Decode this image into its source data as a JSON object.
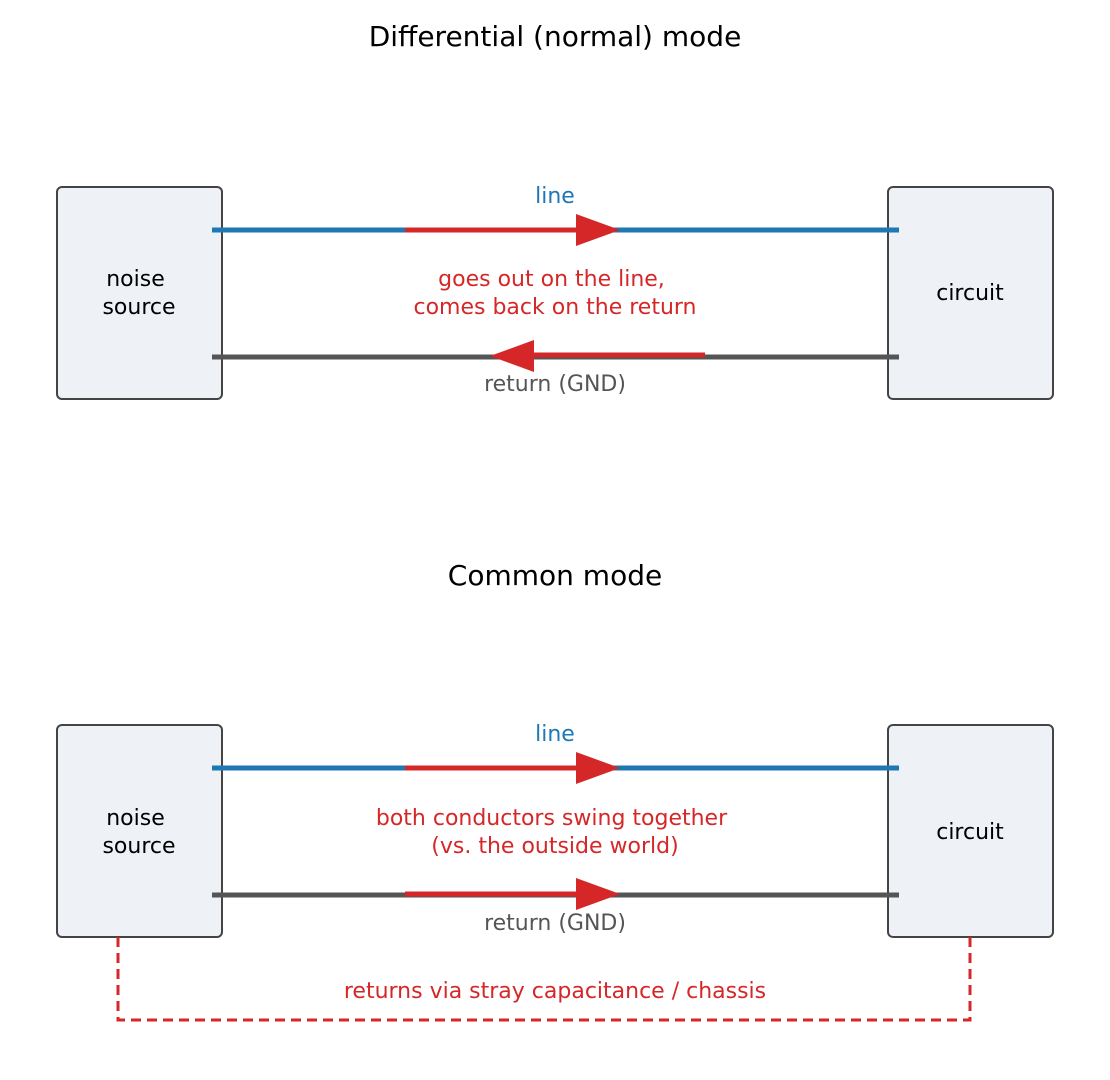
{
  "colors": {
    "line": "#1f77b4",
    "return": "#555555",
    "noise": "#d62728",
    "box_fill": "#eef1f6",
    "box_stroke": "#444444"
  },
  "differential": {
    "title": "Differential (normal) mode",
    "source_label": [
      "noise",
      "source"
    ],
    "circuit_label": "circuit",
    "line_label": "line",
    "return_label": "return (GND)",
    "note": [
      "goes out on the line,",
      "comes back on the return"
    ]
  },
  "common": {
    "title": "Common mode",
    "source_label": [
      "noise",
      "source"
    ],
    "circuit_label": "circuit",
    "line_label": "line",
    "return_label": "return (GND)",
    "note": [
      "both conductors swing together",
      "(vs. the outside world)"
    ],
    "stray_label": "returns via stray capacitance / chassis"
  }
}
